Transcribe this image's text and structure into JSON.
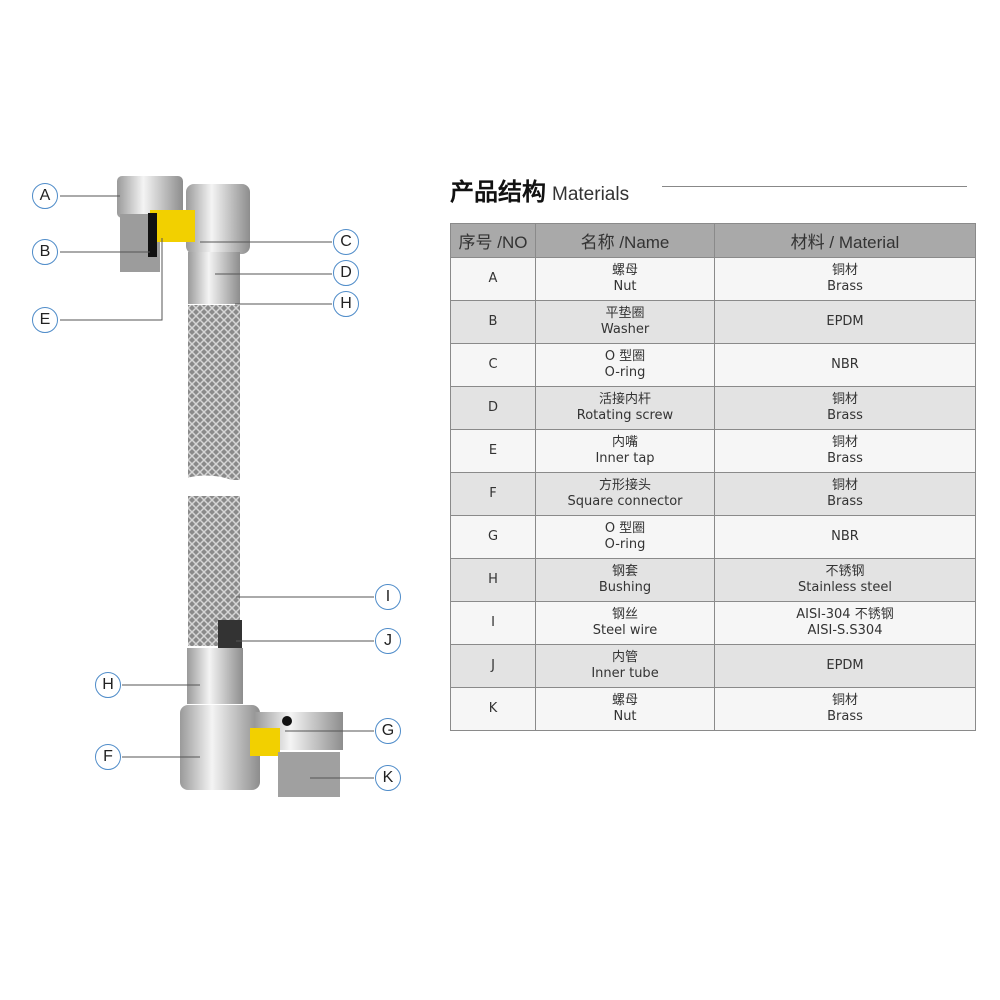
{
  "title": {
    "cn": "产品结构",
    "en": "Materials"
  },
  "table": {
    "headers": [
      "序号 /NO",
      "名称 /Name",
      "材料 / Material"
    ],
    "rows": [
      {
        "no": "A",
        "name_cn": "螺母",
        "name_en": "Nut",
        "mat1": "铜材",
        "mat2": "Brass"
      },
      {
        "no": "B",
        "name_cn": "平垫圈",
        "name_en": "Washer",
        "mat1": "EPDM",
        "mat2": ""
      },
      {
        "no": "C",
        "name_cn": "O 型圈",
        "name_en": "O-ring",
        "mat1": "NBR",
        "mat2": ""
      },
      {
        "no": "D",
        "name_cn": "活接内杆",
        "name_en": "Rotating screw",
        "mat1": "铜材",
        "mat2": "Brass"
      },
      {
        "no": "E",
        "name_cn": "内嘴",
        "name_en": "Inner tap",
        "mat1": "铜材",
        "mat2": "Brass"
      },
      {
        "no": "F",
        "name_cn": "方形接头",
        "name_en": "Square connector",
        "mat1": "铜材",
        "mat2": "Brass"
      },
      {
        "no": "G",
        "name_cn": "O 型圈",
        "name_en": "O-ring",
        "mat1": "NBR",
        "mat2": ""
      },
      {
        "no": "H",
        "name_cn": "钢套",
        "name_en": "Bushing",
        "mat1": "不锈钢",
        "mat2": "Stainless steel"
      },
      {
        "no": "I",
        "name_cn": "钢丝",
        "name_en": "Steel wire",
        "mat1": "AISI-304 不锈钢",
        "mat2": "AISI-S.S304"
      },
      {
        "no": "J",
        "name_cn": "内管",
        "name_en": "Inner tube",
        "mat1": "EPDM",
        "mat2": ""
      },
      {
        "no": "K",
        "name_cn": "螺母",
        "name_en": "Nut",
        "mat1": "铜材",
        "mat2": "Brass"
      }
    ]
  },
  "callouts": [
    "A",
    "B",
    "E",
    "C",
    "D",
    "H",
    "I",
    "J",
    "H",
    "F",
    "G",
    "K"
  ],
  "colors": {
    "callout": "#4f8cc9",
    "brass": "#f2d000",
    "header": "#a9a9a9"
  }
}
